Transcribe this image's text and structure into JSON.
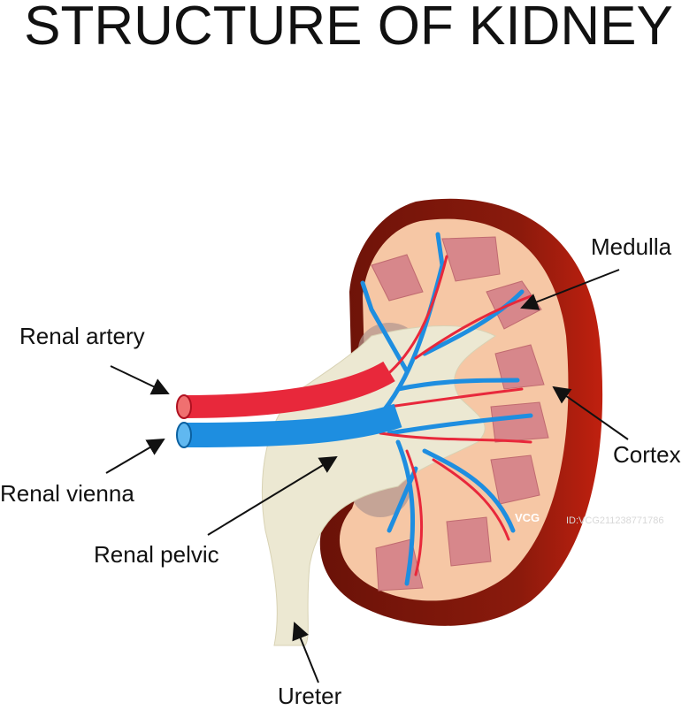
{
  "title": "STRUCTURE OF KIDNEY",
  "labels": {
    "medulla": "Medulla",
    "renal_artery": "Renal artery",
    "cortex": "Cortex",
    "renal_vienna": "Renal vienna",
    "renal_pelvic": "Renal pelvic",
    "ureter": "Ureter"
  },
  "watermark": {
    "logo": "VCG",
    "id": "ID:VCG211238771786"
  },
  "colors": {
    "capsule": "#7a1a0c",
    "cortex": "#f6c7a5",
    "medulla": "#d7878b",
    "pelvis": "#ece8d2",
    "artery": "#e8283b",
    "vein": "#1e8ee0"
  }
}
